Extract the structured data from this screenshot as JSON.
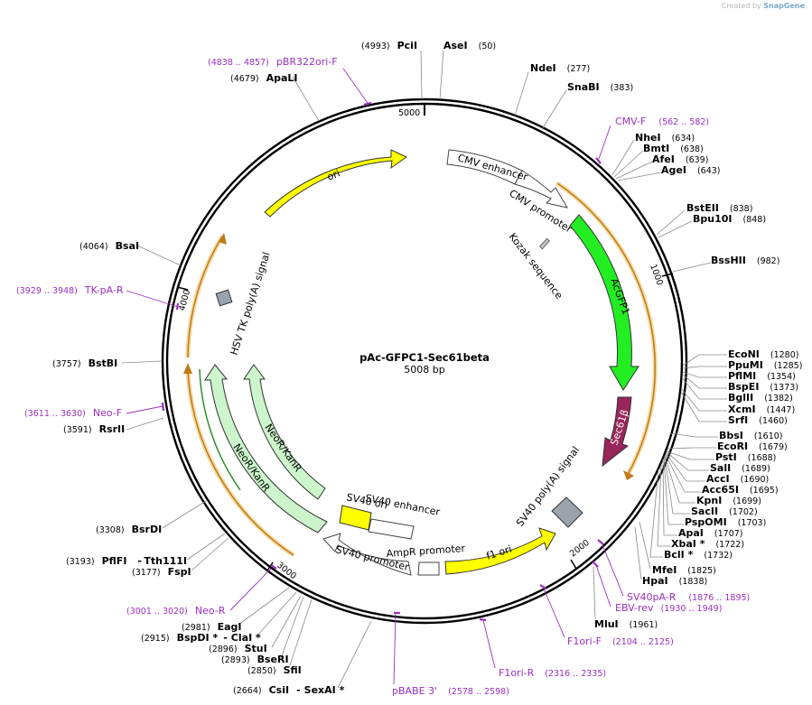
{
  "credit": {
    "prefix": "Created by",
    "brand": "SnapGene"
  },
  "plasmid": {
    "name": "pAc-GFPC1-Sec61beta",
    "length_label": "5008 bp",
    "length": 5008
  },
  "ticks": [
    {
      "pos": 1000,
      "label": "1000"
    },
    {
      "pos": 2000,
      "label": "2000"
    },
    {
      "pos": 3000,
      "label": "3000"
    },
    {
      "pos": 4000,
      "label": "4000"
    },
    {
      "pos": 5000,
      "label": "5000"
    }
  ],
  "sites": [
    {
      "name": "PciI",
      "pos": "(4993)"
    },
    {
      "name": "AseI",
      "pos": "(50)"
    },
    {
      "name": "NdeI",
      "pos": "(277)"
    },
    {
      "name": "SnaBI",
      "pos": "(383)"
    },
    {
      "name": "NheI",
      "pos": "(634)"
    },
    {
      "name": "BmtI",
      "pos": "(638)"
    },
    {
      "name": "AfeI",
      "pos": "(639)"
    },
    {
      "name": "AgeI",
      "pos": "(643)"
    },
    {
      "name": "BstEII",
      "pos": "(838)"
    },
    {
      "name": "Bpu10I",
      "pos": "(848)"
    },
    {
      "name": "BssHII",
      "pos": "(982)"
    },
    {
      "name": "EcoNI",
      "pos": "(1280)"
    },
    {
      "name": "PpuMI",
      "pos": "(1285)"
    },
    {
      "name": "PflMI",
      "pos": "(1354)"
    },
    {
      "name": "BspEI",
      "pos": "(1373)"
    },
    {
      "name": "BglII",
      "pos": "(1382)"
    },
    {
      "name": "XcmI",
      "pos": "(1447)"
    },
    {
      "name": "SrfI",
      "pos": "(1460)"
    },
    {
      "name": "BbsI",
      "pos": "(1610)"
    },
    {
      "name": "EcoRI",
      "pos": "(1679)"
    },
    {
      "name": "PstI",
      "pos": "(1688)"
    },
    {
      "name": "SalI",
      "pos": "(1689)"
    },
    {
      "name": "AccI",
      "pos": "(1690)"
    },
    {
      "name": "Acc65I",
      "pos": "(1695)"
    },
    {
      "name": "KpnI",
      "pos": "(1699)"
    },
    {
      "name": "SacII",
      "pos": "(1702)"
    },
    {
      "name": "PspOMI",
      "pos": "(1703)"
    },
    {
      "name": "ApaI",
      "pos": "(1707)"
    },
    {
      "name": "XbaI *",
      "pos": "(1722)"
    },
    {
      "name": "BclI *",
      "pos": "(1732)"
    },
    {
      "name": "MfeI",
      "pos": "(1825)"
    },
    {
      "name": "HpaI",
      "pos": "(1838)"
    },
    {
      "name": "MluI",
      "pos": "(1961)"
    },
    {
      "name": "CsiI",
      "pos": "(2664)"
    },
    {
      "name": "SexAI *",
      "pos": ""
    },
    {
      "name": "SfiI",
      "pos": "(2850)"
    },
    {
      "name": "BseRI",
      "pos": "(2893)"
    },
    {
      "name": "StuI",
      "pos": "(2896)"
    },
    {
      "name": "BspDI *",
      "pos": "(2915)"
    },
    {
      "name": "ClaI *",
      "pos": ""
    },
    {
      "name": "EagI",
      "pos": "(2981)"
    },
    {
      "name": "FspI",
      "pos": "(3177)"
    },
    {
      "name": "PflFI",
      "pos": "(3193)"
    },
    {
      "name": "Tth111I",
      "pos": ""
    },
    {
      "name": "BsrDI",
      "pos": "(3308)"
    },
    {
      "name": "RsrII",
      "pos": "(3591)"
    },
    {
      "name": "BstBI",
      "pos": "(3757)"
    },
    {
      "name": "BsaI",
      "pos": "(4064)"
    },
    {
      "name": "ApaLI",
      "pos": "(4679)"
    }
  ],
  "primers": [
    {
      "name": "pBR322ori-F",
      "range": "(4838 .. 4857)"
    },
    {
      "name": "CMV-F",
      "range": "(562 .. 582)"
    },
    {
      "name": "TK-pA-R",
      "range": "(3929 .. 3948)"
    },
    {
      "name": "Neo-F",
      "range": "(3611 .. 3630)"
    },
    {
      "name": "Neo-R",
      "range": "(3001 .. 3020)"
    },
    {
      "name": "SV40pA-R",
      "range": "(1876 .. 1895)"
    },
    {
      "name": "EBV-rev",
      "range": "(1930 .. 1949)"
    },
    {
      "name": "F1ori-F",
      "range": "(2104 .. 2125)"
    },
    {
      "name": "F1ori-R",
      "range": "(2316 .. 2335)"
    },
    {
      "name": "pBABE 3'",
      "range": "(2578 .. 2598)"
    }
  ],
  "features": [
    {
      "name": "ori",
      "color": "#ffff00"
    },
    {
      "name": "CMV enhancer",
      "color": "#ffffff"
    },
    {
      "name": "CMV promoter",
      "color": "#ffffff"
    },
    {
      "name": "Kozak sequence",
      "color": "#c0c0c0"
    },
    {
      "name": "AcGFP1",
      "color": "#22ee22"
    },
    {
      "name": "Sec61β",
      "color": "#98265a"
    },
    {
      "name": "SV40 poly(A) signal",
      "color": "#9aa4ad"
    },
    {
      "name": "f1 ori",
      "color": "#ffff00"
    },
    {
      "name": "AmpR promoter",
      "color": "#ffffff"
    },
    {
      "name": "SV40 promoter",
      "color": "#ffffff"
    },
    {
      "name": "SV40 enhancer",
      "color": "#ffffff"
    },
    {
      "name": "SV40 ori",
      "color": "#ffff00"
    },
    {
      "name": "NeoR/KanR",
      "color": "#ccf5cc"
    },
    {
      "name": "NeoR/KanR",
      "color": "#ccf5cc"
    },
    {
      "name": "HSV TK poly(A) signal",
      "color": "#9aa4ad"
    }
  ]
}
